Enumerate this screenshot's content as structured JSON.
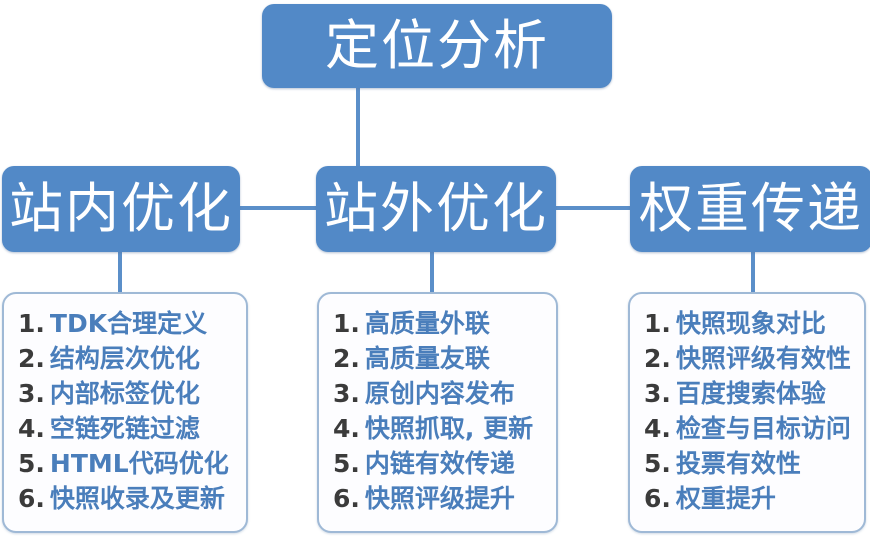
{
  "diagram": {
    "type": "tree-hierarchy",
    "root": {
      "label": "定位分析"
    },
    "branches": [
      {
        "id": "on-site",
        "label": "站内优化",
        "items": [
          {
            "num": "1.",
            "text": "TDK合理定义"
          },
          {
            "num": "2.",
            "text": "结构层次优化"
          },
          {
            "num": "3.",
            "text": "内部标签优化"
          },
          {
            "num": "4.",
            "text": "空链死链过滤"
          },
          {
            "num": "5.",
            "text": "HTML代码优化"
          },
          {
            "num": "6.",
            "text": "快照收录及更新"
          }
        ]
      },
      {
        "id": "off-site",
        "label": "站外优化",
        "items": [
          {
            "num": "1.",
            "text": "高质量外联"
          },
          {
            "num": "2.",
            "text": "高质量友联"
          },
          {
            "num": "3.",
            "text": "原创内容发布"
          },
          {
            "num": "4.",
            "text": "快照抓取, 更新"
          },
          {
            "num": "5.",
            "text": "内链有效传递"
          },
          {
            "num": "6.",
            "text": "快照评级提升"
          }
        ]
      },
      {
        "id": "weight-transfer",
        "label": "权重传递",
        "items": [
          {
            "num": "1.",
            "text": "快照现象对比"
          },
          {
            "num": "2.",
            "text": "快照评级有效性"
          },
          {
            "num": "3.",
            "text": "百度搜索体验"
          },
          {
            "num": "4.",
            "text": "检查与目标访问"
          },
          {
            "num": "5.",
            "text": "投票有效性"
          },
          {
            "num": "6.",
            "text": "权重提升"
          }
        ]
      }
    ],
    "colors": {
      "box_fill": "#5289c7",
      "box_text": "#ffffff",
      "connector": "#5b8fc9",
      "panel_border": "#9fb9d6",
      "panel_fill": "#fdfdff",
      "item_text": "#4a7ebb",
      "item_number": "#3b3b3b"
    }
  }
}
